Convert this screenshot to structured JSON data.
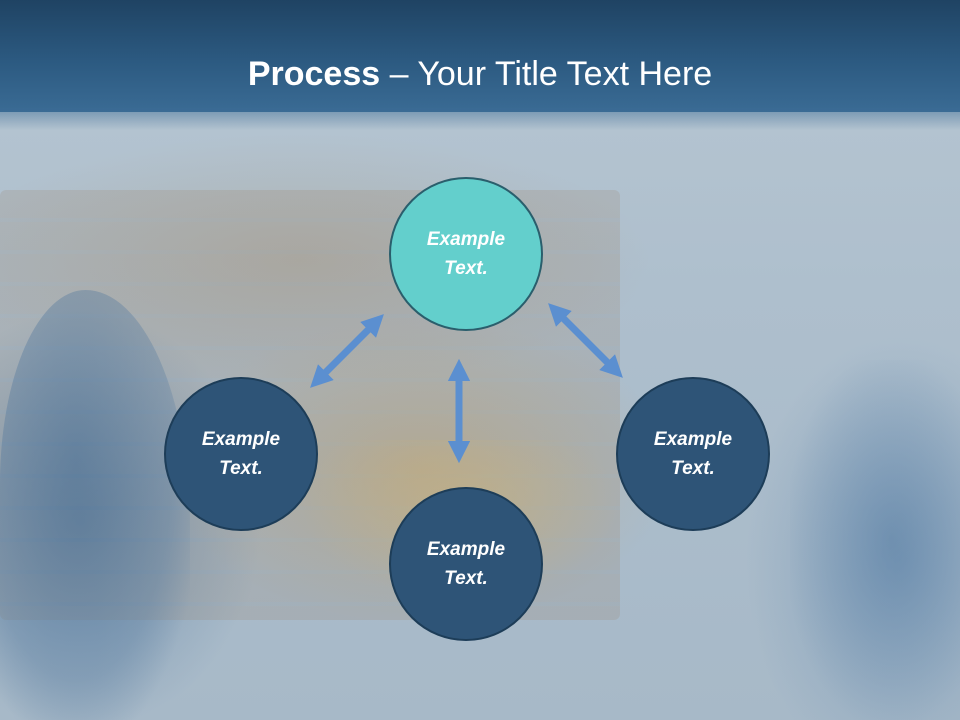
{
  "title": {
    "bold": "Process",
    "rest": " – Your Title Text Here"
  },
  "process": {
    "top": "Example\nText.",
    "left": "Example\nText.",
    "right": "Example\nText.",
    "bottom": "Example\nText."
  },
  "colors": {
    "header": "#2c5a81",
    "circle_dark": "#2e5477",
    "circle_accent": "#63cfcc",
    "arrow": "#5b8fd0"
  }
}
